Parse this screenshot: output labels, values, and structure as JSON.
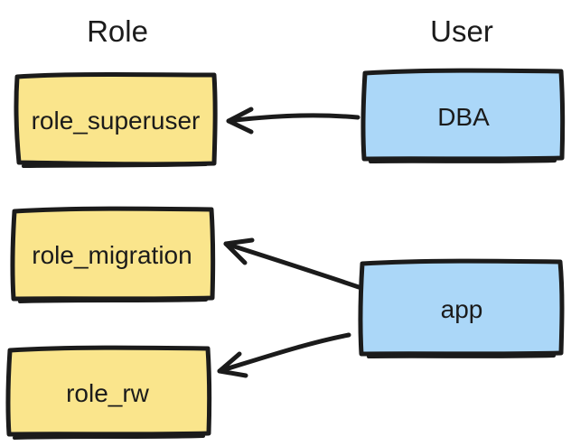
{
  "headers": {
    "left": "Role",
    "right": "User"
  },
  "nodes": {
    "role_superuser": {
      "label": "role_superuser",
      "type": "role",
      "fill": "#fae58c"
    },
    "role_migration": {
      "label": "role_migration",
      "type": "role",
      "fill": "#fae58c"
    },
    "role_rw": {
      "label": "role_rw",
      "type": "role",
      "fill": "#fae58c"
    },
    "dba": {
      "label": "DBA",
      "type": "user",
      "fill": "#abd7f8"
    },
    "app": {
      "label": "app",
      "type": "user",
      "fill": "#abd7f8"
    }
  },
  "edges": [
    {
      "from": "DBA",
      "to": "role_superuser"
    },
    {
      "from": "app",
      "to": "role_migration"
    },
    {
      "from": "app",
      "to": "role_rw"
    }
  ],
  "colors": {
    "stroke": "#1b1b1b",
    "role_fill": "#fae58c",
    "user_fill": "#abd7f8",
    "background": "#ffffff"
  }
}
